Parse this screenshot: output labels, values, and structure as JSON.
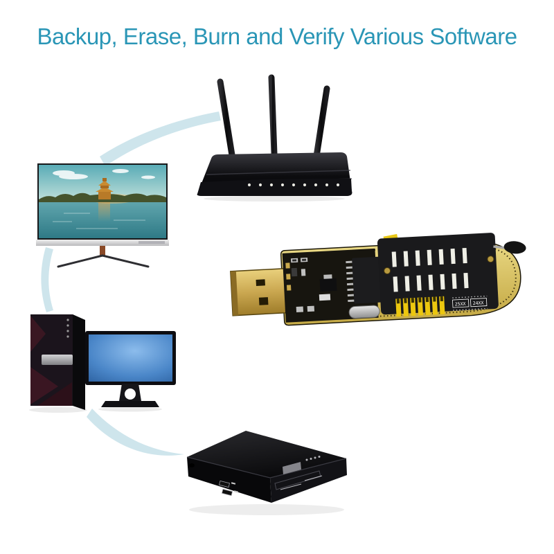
{
  "title": {
    "text": "Backup, Erase, Burn and Verify Various Software",
    "color": "#2a96b6"
  },
  "programmer": {
    "silkscreen_line1": "25XX",
    "silkscreen_line2": "24XX"
  },
  "devices": {
    "router": "wifi-router",
    "tv": "tv-monitor",
    "programmer": "usb-eeprom-programmer",
    "desktop": "desktop-pc-with-monitor",
    "dvd": "dvd-player"
  },
  "router": {
    "led_count": 9
  },
  "flow": {
    "arc_count": 3,
    "direction": "devices-cycle"
  },
  "colors": {
    "background": "#ffffff",
    "title_teal": "#2a96b6",
    "arc_blue": "#cee5ec",
    "pcb_gold": "#d9c269",
    "pin_yellow": "#e8c716",
    "usb_gold": "#cfae54",
    "device_black": "#111114",
    "monitor_blue": "#4a86c8",
    "tower_maroon": "#3a1722"
  }
}
